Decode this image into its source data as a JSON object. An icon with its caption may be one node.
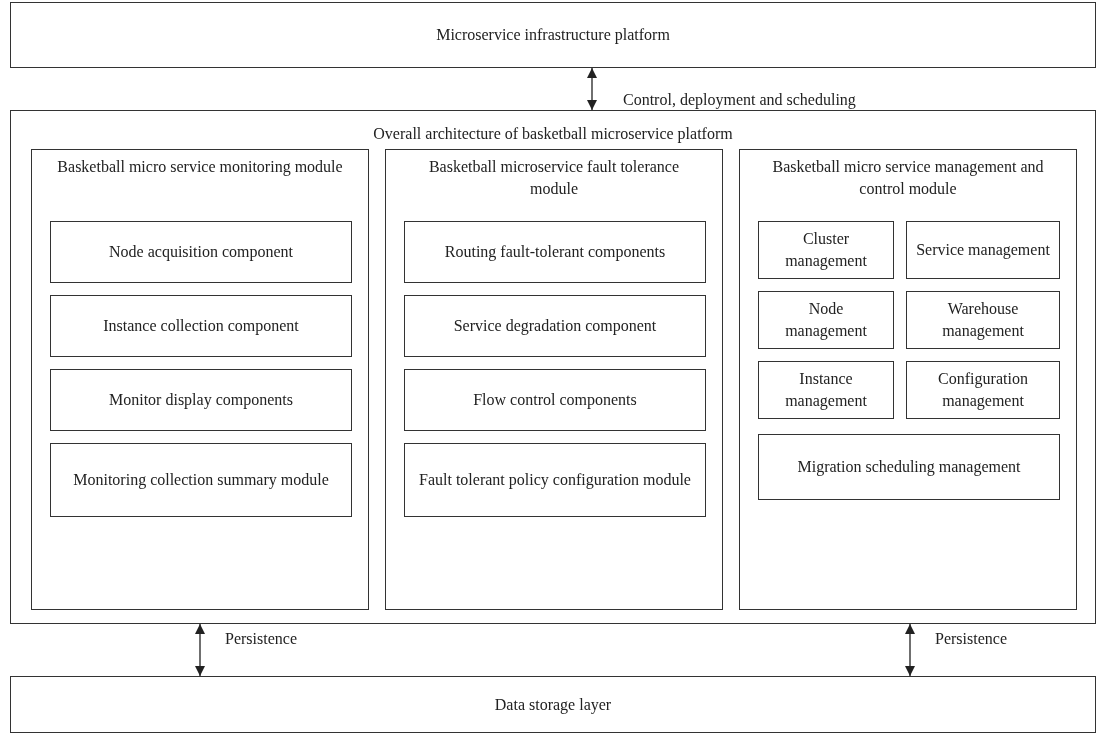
{
  "diagram": {
    "nodes": [
      {
        "text": [
          "Microservice infrastructure platform"
        ]
      },
      {
        "text": [
          "Overall architecture of basketball microservice platform"
        ]
      },
      {
        "text": [
          "Basketball micro service monitoring module"
        ],
        "in": 1
      },
      {
        "text": [
          "Node acquisition component"
        ],
        "in": 2
      },
      {
        "text": [
          "Instance collection component"
        ],
        "in": 2
      },
      {
        "text": [
          "Monitor display components"
        ],
        "in": 2
      },
      {
        "text": [
          "Monitoring collection summary module"
        ],
        "in": 2
      },
      {
        "text": [
          "Basketball microservice fault tolerance module"
        ],
        "in": 1
      },
      {
        "text": [
          "Routing fault-tolerant components"
        ],
        "in": 7
      },
      {
        "text": [
          "Service degradation component"
        ],
        "in": 7
      },
      {
        "text": [
          "Flow control components"
        ],
        "in": 7
      },
      {
        "text": [
          "Fault tolerant policy configuration module"
        ],
        "in": 7
      },
      {
        "text": [
          "Basketball micro service management and control module"
        ],
        "in": 1
      },
      {
        "text": [
          "Cluster management"
        ],
        "in": 12
      },
      {
        "text": [
          "Service management"
        ],
        "in": 12
      },
      {
        "text": [
          "Node management"
        ],
        "in": 12
      },
      {
        "text": [
          "Warehouse management"
        ],
        "in": 12
      },
      {
        "text": [
          "Instance management"
        ],
        "in": 12
      },
      {
        "text": [
          "Configuration management"
        ],
        "in": 12
      },
      {
        "text": [
          "Migration scheduling management"
        ],
        "in": 12
      },
      {
        "text": [
          "Data storage layer"
        ]
      }
    ],
    "edges": [
      {
        "from": 0,
        "to": 1,
        "arrow": "both",
        "label": "Control, deployment and scheduling"
      },
      {
        "from": 1,
        "to": 20,
        "arrow": "both",
        "label": "Persistence"
      },
      {
        "from": 1,
        "to": 20,
        "arrow": "both",
        "label": "Persistence"
      }
    ]
  }
}
